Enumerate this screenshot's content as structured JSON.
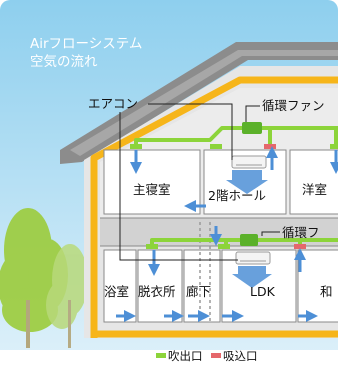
{
  "title": {
    "line1": "Airフローシステム",
    "line2": "空気の流れ"
  },
  "labels": {
    "aircon": "エアコン",
    "fan_top": "循環ファン",
    "fan_bottom": "循環フ",
    "master_bedroom": "主寝室",
    "hall_2f": "2階ホール",
    "western_room": "洋室",
    "bathroom": "浴室",
    "dressing_room": "脱衣所",
    "corridor": "廊下",
    "ldk": "LDK",
    "japanese_room": "和"
  },
  "legend": {
    "outlet": "吹出口",
    "intake": "吸込口"
  },
  "colors": {
    "sky": "#a9d7ee",
    "roof": "#8c8c8c",
    "insulation": "#f6b51a",
    "duct": "#8cd43a",
    "flow_arrow": "#4d8fd6",
    "outlet": "#8cd43a",
    "intake": "#e5676b",
    "tree": "#9ccc3b"
  }
}
